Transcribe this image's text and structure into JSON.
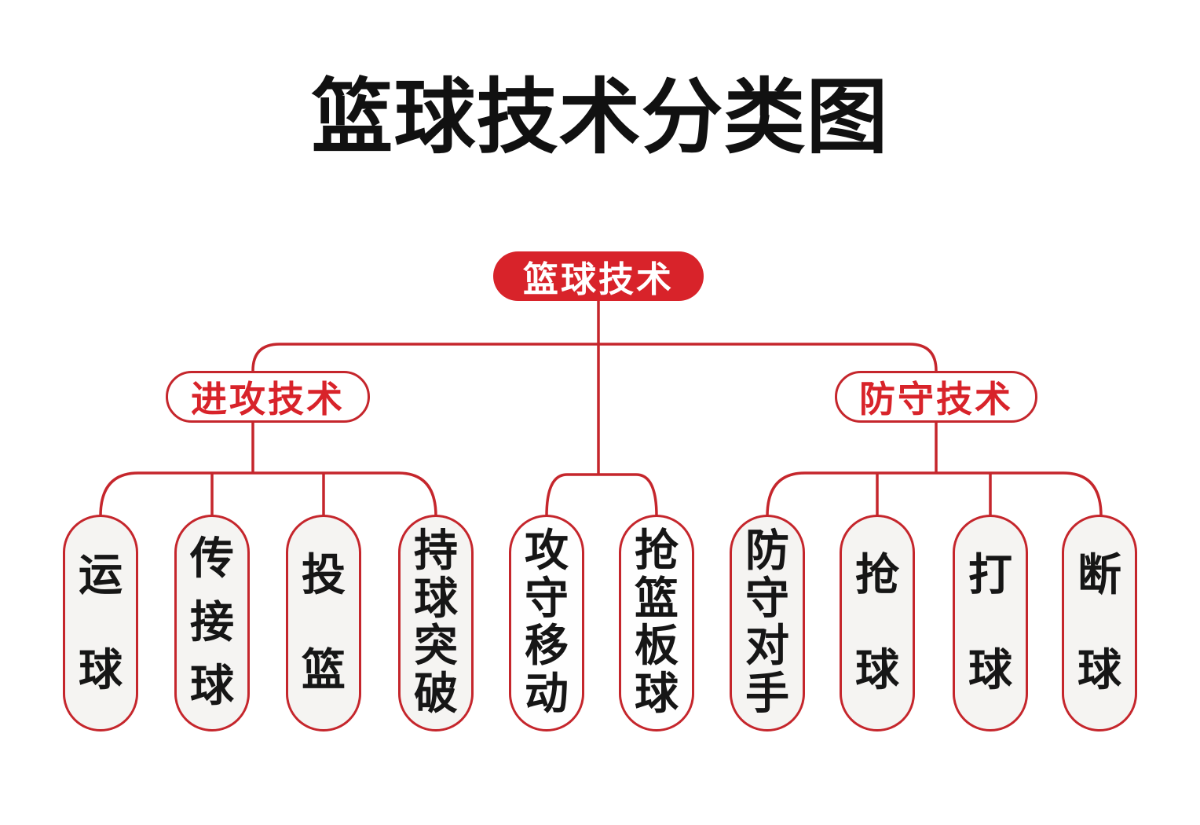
{
  "title": "篮球技术分类图",
  "colors": {
    "accent_red": "#d8232a",
    "line_red": "#c5262c",
    "leaf_fill": "#f5f4f2",
    "mid_leaf_fill": "#fefefe",
    "text_black": "#111111"
  },
  "tree": {
    "root": {
      "label": "篮球技术"
    },
    "root_children": [
      "攻守移动",
      "抢篮板球"
    ],
    "branches": [
      {
        "label": "进攻技术",
        "children": [
          "运球",
          "传接球",
          "投篮",
          "持球突破"
        ]
      },
      {
        "label": "防守技术",
        "children": [
          "防守对手",
          "抢球",
          "打球",
          "断球"
        ]
      }
    ]
  }
}
